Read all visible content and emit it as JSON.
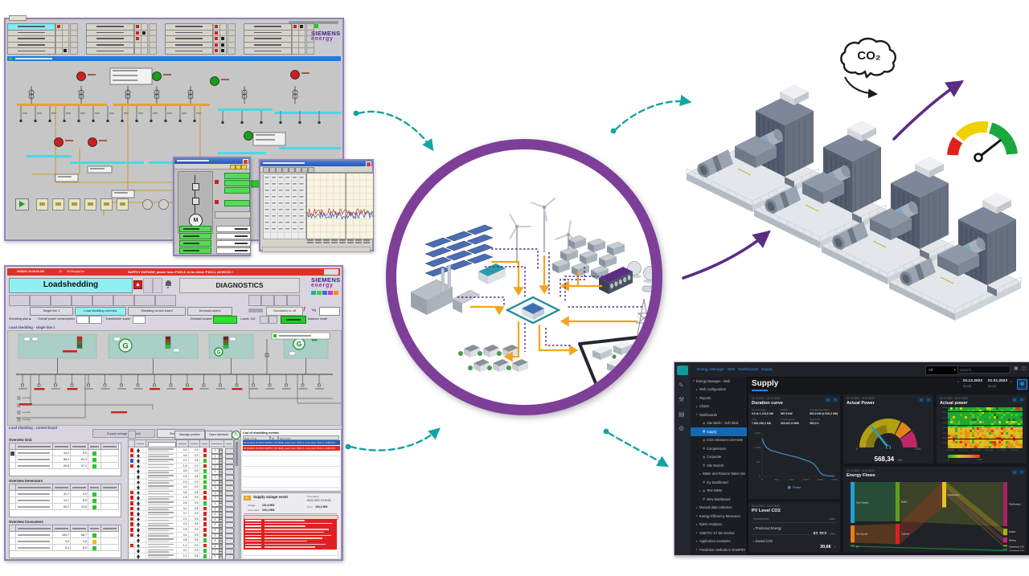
{
  "colors": {
    "teal": "#14a3a3",
    "purple_arrow": "#5b2d82",
    "ring": "#7d3f98",
    "siemens_blue": "#3d2483",
    "siemens_magenta": "#8a2f9a",
    "alarm_red": "#e03028",
    "highlight_cyan": "#8ff0f4"
  },
  "scada_top": {
    "logo_line1": "SIEMENS",
    "logo_line2": "energy",
    "motor_label": "M",
    "alarm_pattern": [
      [
        [
          1,
          0
        ],
        [
          1,
          0
        ],
        [
          1,
          0
        ],
        [
          1,
          1
        ]
      ],
      [
        [
          0,
          0
        ],
        [
          1,
          1
        ],
        [
          1,
          0
        ],
        [
          0,
          0
        ]
      ],
      [
        [
          0,
          0
        ],
        [
          1,
          0
        ],
        [
          1,
          1
        ],
        [
          0,
          0
        ]
      ],
      [
        [
          0,
          0
        ],
        [
          0,
          0
        ],
        [
          1,
          1
        ],
        [
          0,
          0
        ]
      ],
      [
        [
          0,
          1
        ],
        [
          0,
          0
        ],
        [
          1,
          1
        ],
        [
          0,
          0
        ]
      ]
    ]
  },
  "loadshedding": {
    "alarm_time": "04/02/21 10:16:03 AM",
    "alarm_id": "10",
    "alarm_source": "SG/SupplyOut",
    "alarm_message": "SUPPLY OUTAGE, power loss: P101.6, to be shed: P103.1, all BCCO /",
    "logo_line1": "SIEMENS",
    "logo_line2": "energy",
    "title_left": "Loadshedding",
    "title_right": "DIAGNOSTICS",
    "gen_label": "G",
    "buttons": [
      "Single line 1",
      "Load shedding overview",
      "Shedding control board",
      "Demand control"
    ],
    "sim_label": "Simulation is: off",
    "tag_label": "Tag",
    "status": {
      "shedding_plan": "Shedding plan",
      "overall": "Overall power consumption",
      "transformer": "Transformer loads",
      "demand": "Demand scaled",
      "loads": "Loads: 118",
      "balance": "Balance mode"
    },
    "section_single_line": "Load shedding - single line 1",
    "section_control": "Load shedding - control board",
    "tabs": [
      "Supply outage schedule",
      "Start calculation"
    ],
    "table_headers": [
      "Name",
      "P (MW)",
      "Q (MVAr)",
      "Status",
      "Unlocked Shg"
    ],
    "side_tables": [
      {
        "title": "Overview Grid",
        "rows": [
          {
            "p": "44,2",
            "q": "0,0",
            "st": "g"
          },
          {
            "p": "88,5",
            "q": "63,3",
            "st": "g"
          },
          {
            "p": "80,8",
            "q": "57,2",
            "st": "g"
          }
        ]
      },
      {
        "title": "Overview Generators",
        "rows": [
          {
            "p": "41,7",
            "q": "0,0",
            "st": "g"
          },
          {
            "p": "19,7",
            "q": "8,9",
            "st": "g"
          },
          {
            "p": "50,2",
            "q": "43,8",
            "st": "g"
          }
        ]
      },
      {
        "title": "Overview Consumers",
        "rows": [
          {
            "p": "163,7",
            "q": "68,7",
            "st": "g"
          },
          {
            "p": "0,9",
            "q": "0,6",
            "st": "y"
          },
          {
            "p": "6,4",
            "q": "8,0",
            "st": "g"
          }
        ]
      }
    ],
    "main_table": {
      "buttons": [
        "Manage profiles",
        "Open schedule"
      ],
      "headers": [
        "Priority",
        "Name",
        "P (MW)",
        "CosPhi",
        "Status",
        "Modify priority"
      ],
      "rows": [
        {
          "ind": "r",
          "st": "r",
          "p": "4,4",
          "cos": "0,9",
          "pr": "1"
        },
        {
          "ind": "r",
          "st": "r",
          "p": "4,6",
          "cos": "0,9",
          "pr": "1"
        },
        {
          "ind": "b",
          "st": "g",
          "p": "2,1",
          "cos": "0,8",
          "pr": "1"
        },
        {
          "ind": "r",
          "st": "r",
          "p": "1,6",
          "cos": "0,9",
          "pr": "2"
        },
        {
          "ind": "n",
          "st": "g",
          "p": "3,5",
          "cos": "0,9",
          "pr": "2"
        },
        {
          "ind": "n",
          "st": "g",
          "p": "2,5",
          "cos": "0,8",
          "pr": "2"
        },
        {
          "ind": "n",
          "st": "g",
          "p": "2,3",
          "cos": "0,9",
          "pr": "2"
        },
        {
          "ind": "n",
          "st": "g",
          "p": "4,4",
          "cos": "0,9",
          "pr": "3"
        },
        {
          "ind": "r",
          "st": "r",
          "p": "3,8",
          "cos": "0,8",
          "pr": "3"
        },
        {
          "ind": "r",
          "st": "r",
          "p": "1,8",
          "cos": "0,9",
          "pr": "3"
        },
        {
          "ind": "r",
          "st": "g",
          "p": "2,8",
          "cos": "0,9",
          "pr": "3"
        },
        {
          "ind": "r",
          "st": "r",
          "p": "4,2",
          "cos": "0,8",
          "pr": "4"
        },
        {
          "ind": "r",
          "st": "r",
          "p": "3,7",
          "cos": "0,9",
          "pr": "4"
        },
        {
          "ind": "r",
          "st": "r",
          "p": "2,1",
          "cos": "0,9",
          "pr": "4"
        },
        {
          "ind": "r",
          "st": "r",
          "p": "4,3",
          "cos": "0,8",
          "pr": "5"
        },
        {
          "ind": "r",
          "st": "r",
          "p": "2,5",
          "cos": "0,9",
          "pr": "5"
        },
        {
          "ind": "r",
          "st": "r",
          "p": "4,4",
          "cos": "0,9",
          "pr": "5"
        },
        {
          "ind": "n",
          "st": "g",
          "p": "4,8",
          "cos": "0,8",
          "pr": "6"
        },
        {
          "ind": "r",
          "st": "r",
          "p": "1,1",
          "cos": "0,9",
          "pr": "6"
        },
        {
          "ind": "n",
          "st": "g",
          "p": "3,1",
          "cos": "0,9",
          "pr": "7"
        },
        {
          "ind": "n",
          "st": "g",
          "p": "2,2",
          "cos": "0,8",
          "pr": "7"
        }
      ]
    },
    "events": {
      "title": "List of shedding events",
      "headers": [
        "Date / Time",
        "ID",
        "Event text"
      ]
    },
    "outage": {
      "badge": "PL",
      "title": "Supply outage event",
      "ts_label": "Timestamp",
      "ts": "04.02.2021 10:16:03",
      "outage_label": "Outage",
      "outage": "101,6 MW",
      "tbs_label": "to be shed",
      "tbs": "103,1 MW",
      "shed_label": "shed",
      "shed": "103,1 MW"
    }
  },
  "co2_label": "CO₂",
  "dashboard": {
    "breadcrumb": [
      "Energy Manager - Web",
      "Dashboards",
      "Supply"
    ],
    "filter_value": "All",
    "search_placeholder": "Search...",
    "sidebar": [
      {
        "indent": 0,
        "chev": "▾",
        "type": "root",
        "label": "Energy Manager - Web"
      },
      {
        "indent": 1,
        "chev": "▸",
        "type": "folder",
        "label": "Web configuration"
      },
      {
        "indent": 1,
        "chev": "▸",
        "type": "folder",
        "label": "Reports"
      },
      {
        "indent": 1,
        "chev": "▸",
        "type": "folder",
        "label": "Charts"
      },
      {
        "indent": 1,
        "chev": "▾",
        "type": "folder",
        "label": "Dashboards"
      },
      {
        "indent": 2,
        "type": "dashboard",
        "label": "Site Berlin - Soft drink"
      },
      {
        "indent": 2,
        "type": "dashboard",
        "label": "Supply",
        "selected": true
      },
      {
        "indent": 2,
        "type": "dashboard",
        "label": "CO2 emissions overview"
      },
      {
        "indent": 2,
        "type": "dashboard",
        "label": "Compressors"
      },
      {
        "indent": 2,
        "type": "dashboard",
        "label": "Corporate"
      },
      {
        "indent": 2,
        "type": "dashboard",
        "label": "Site Munich"
      },
      {
        "indent": 2,
        "chev": "▸",
        "type": "folder",
        "label": "Water and Reactor Water demo"
      },
      {
        "indent": 2,
        "type": "dashboard",
        "label": "my Dashboard"
      },
      {
        "indent": 2,
        "chev": "▸",
        "type": "dashboard",
        "label": "Test NWM"
      },
      {
        "indent": 2,
        "type": "dashboard",
        "label": "New Dashboard"
      },
      {
        "indent": 1,
        "chev": "▸",
        "type": "folder",
        "label": "Manual data collection"
      },
      {
        "indent": 1,
        "chev": "▸",
        "type": "folder",
        "label": "Energy Efficiency Measures"
      },
      {
        "indent": 1,
        "chev": "▸",
        "type": "folder",
        "label": "Batch Analyses"
      },
      {
        "indent": 1,
        "chev": "▸",
        "type": "folder",
        "label": "SIMATIC S7 EE Monitor"
      },
      {
        "indent": 1,
        "chev": "▸",
        "type": "folder",
        "label": "Application examples"
      },
      {
        "indent": 1,
        "chev": "▸",
        "type": "folder",
        "label": "Prediction methods in EnMPRO"
      }
    ],
    "title": "Supply",
    "date_from": "01.12.2022",
    "time_from": "00:00",
    "date_to": "01.01.2023",
    "time_to": "00:00",
    "cards": {
      "duration": {
        "caption": "01.12.2022 - 01.01.2023",
        "title": "Duration curve",
        "legend": "Power",
        "stats": [
          {
            "label": "Interval range",
            "value": "0,0 to 1.113,6 kW"
          },
          {
            "label": "Median",
            "value": "567,9 kW"
          },
          {
            "label": "Average (Deviation)",
            "value": "592,3 kW (± 510,3 kW)"
          },
          {
            "label": "Total",
            "value": "7.891.290,2 kW"
          },
          {
            "label": "Consumption",
            "value": "425.447,6 kWh"
          },
          {
            "label": "Work load",
            "value": "352,0 h"
          }
        ]
      },
      "gauge": {
        "caption": "01.12.2022 - 01.01.2023",
        "title": "Actual Power",
        "value": "568,34",
        "unit": "kW",
        "min_label": "0",
        "max_label": "2.000"
      },
      "heatmap": {
        "caption": "01.12.2022 - 01.01.2023",
        "title": "Actual power",
        "legend_min": "0",
        "legend_max": "1.200",
        "y_labels": [
          "00:00",
          "03:00",
          "06:00",
          "09:00",
          "12:00",
          "15:00",
          "18:00",
          "21:00"
        ],
        "x_labels": [
          "01.12.2022",
          "07.12.2022",
          "13.12.2022",
          "19.12.2022",
          "25.12.2022",
          "31.12.2022"
        ]
      },
      "pv": {
        "caption": "01.12.2022 - 01.01.2023",
        "title": "PV Level CO2",
        "col1": "Characteristic",
        "col2": "Value",
        "rows": [
          {
            "label": "Produced Energy",
            "value": "61.312",
            "unit": "kWh"
          },
          {
            "label": "Saved CO2",
            "value": "30,66",
            "unit": "t"
          }
        ]
      },
      "sankey": {
        "caption": "01.12.2022 - 01.01.2023",
        "title": "Energy Flows"
      }
    }
  },
  "chart_data": [
    {
      "type": "line",
      "title": "Duration curve",
      "xlabel": "h",
      "ylabel": "kW",
      "xlim": [
        0,
        2500
      ],
      "ylim": [
        0,
        1500
      ],
      "x_ticks": [
        "0",
        "500",
        "1.000",
        "1.500",
        "2.000",
        "2.500"
      ],
      "y_ticks": [
        "0",
        "500",
        "1.000",
        "1.500"
      ],
      "legend_position": "bottom",
      "grid": true,
      "series": [
        {
          "name": "Power",
          "color": "#3f86c8",
          "x": [
            0,
            60,
            150,
            300,
            500,
            700,
            900,
            1100,
            1300,
            1500,
            1650,
            1800,
            1900,
            2000,
            2100,
            2300,
            2500
          ],
          "y": [
            1310,
            1140,
            1000,
            900,
            840,
            785,
            735,
            685,
            630,
            560,
            510,
            420,
            290,
            140,
            55,
            18,
            8
          ]
        }
      ]
    },
    {
      "type": "gauge",
      "title": "Actual Power",
      "min": 0,
      "max": 2000,
      "value": 568.34,
      "unit": "kW",
      "segments": [
        {
          "from": 0,
          "to": 0.64,
          "color": "#b2a013"
        },
        {
          "from": 0.655,
          "to": 0.79,
          "color": "#e2841c"
        },
        {
          "from": 0.805,
          "to": 1,
          "color": "#bf2666"
        }
      ],
      "needle_color": "#2e9fc0"
    },
    {
      "type": "heatmap",
      "title": "Actual power",
      "cols": 31,
      "rows": 18,
      "x_range": [
        "01.12.2022",
        "31.12.2022"
      ],
      "y_range": [
        "00:00",
        "23:45"
      ],
      "legend": {
        "min": 0,
        "max": 1200
      },
      "palette": [
        "#1fa832",
        "#7cc832",
        "#e0b81c",
        "#e89018",
        "#dd3318"
      ],
      "pattern": "upper third mostly green (low power), lower two thirds yellow-orange with scattered red peaks and occasional green columns"
    },
    {
      "type": "sankey",
      "title": "Energy Flows",
      "nodes": [
        {
          "name": "Gas Supply",
          "color": "#1ea0d8",
          "weight": 50
        },
        {
          "name": "Net Supply",
          "color": "#e87c14",
          "weight": 21
        },
        {
          "name": "PV",
          "color": "#18a038",
          "weight": 2
        },
        {
          "name": "Boiler",
          "color": "#5f9e1e",
          "weight": 48
        },
        {
          "name": "Turbine",
          "color": "#d82020",
          "weight": 25
        },
        {
          "name": "Production",
          "color": "#e8c020",
          "weight": 31
        },
        {
          "name": "Purification",
          "color": "#a82268",
          "weight": 54
        },
        {
          "name": "Chiller",
          "color": "#aab414",
          "weight": 8
        },
        {
          "name": "Mining",
          "color": "#d82078",
          "weight": 6
        },
        {
          "name": "Compressor 1 (Utility)",
          "color": "#8a9a18",
          "weight": 2
        },
        {
          "name": "Compressor 2 (Utility)",
          "color": "#18a038",
          "weight": 2
        }
      ],
      "links": [
        {
          "source": "Gas Supply",
          "target": "Boiler"
        },
        {
          "source": "Net Supply",
          "target": "Turbine"
        },
        {
          "source": "PV",
          "target": "Compressor 2 (Utility)"
        },
        {
          "source": "Boiler",
          "target": "Purification"
        },
        {
          "source": "Turbine",
          "target": "Production"
        },
        {
          "source": "Production",
          "target": "Chiller"
        },
        {
          "source": "Production",
          "target": "Mining"
        },
        {
          "source": "Production",
          "target": "Compressor 1 (Utility)"
        }
      ]
    }
  ]
}
